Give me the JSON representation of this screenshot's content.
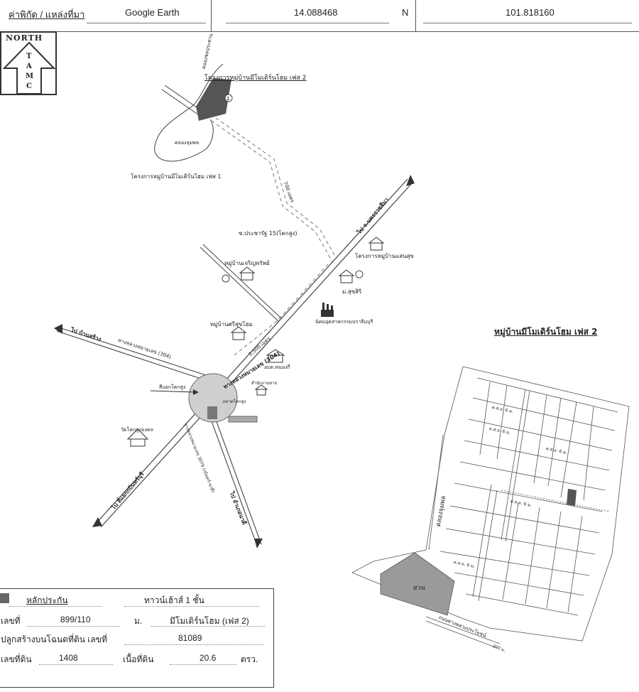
{
  "header": {
    "coord_label": "ค่าพิกัด / แหล่งที่มา",
    "source": "Google Earth",
    "latitude": "14.088468",
    "lat_hemisphere": "N",
    "longitude": "101.818160"
  },
  "north_arrow": {
    "label": "NORTH",
    "letters": [
      "T",
      "A",
      "M",
      "C"
    ]
  },
  "map_labels": {
    "project_phase2": "โครงการหมู่บ้านมีโมเดิร์นโฮม เฟส 2",
    "project_phase1": "โครงการหมู่บ้านมีโมเดิร์นโฮม เฟส 1",
    "canal_top": "คลองชลประทาน",
    "canal_curve": "คลองจุมพล",
    "dist_700": "700 เมตร",
    "road_prachachuen": "ซ.ประชารัฐ 15(โคกสูง)",
    "to_nakhon_ratchasima": "ไป จ.นครราชสีมา",
    "village_saensuk": "โครงการหมู่บ้านแสนสุข",
    "village_charoensap": "หมู่บ้านเจริญทรัพย์",
    "ban_suksiri": "ม.สุขสิริ",
    "village_sisukhome": "หมู่บ้านศรีสุขโฮม",
    "industrial": "นิคมอุตสาหกรรมปราจีนบุรี",
    "dist_2500": "2,500 เมตร",
    "to_ban_sang": "ไป บ้านสร้าง",
    "road_304": "ทางหลวงหมายเลข (304)",
    "road_319": "ทางหลวงหมายเลข (304)",
    "obt": "อบต.หนองกี่",
    "kokpet_intersection": "สี่แยกโคกสูง",
    "market": "ตลาดโคกสูง",
    "police": "สำนักงานขาย",
    "wat": "วัดโคกสูงมงคล",
    "to_sikhio": "ไป สี่แยกกบินทร์บุรี",
    "road_right": "ทางหลวงหมายเลข 3079 (กบินทร์-นาดี)",
    "to_nadi": "ไป อำเภอนาดี",
    "dist_200": "200 เมตร"
  },
  "layout_plan": {
    "title": "หมู่บ้านมีโมเดิร์นโฮม เฟส 2",
    "canal": "คลองจุมพล",
    "garden": "สวน",
    "road_bottom": "ถนนทางหลวงประโยชน์",
    "road_label": "ค.ส.ล. 6 ม.",
    "dist": "200 ม."
  },
  "info_box": {
    "legend_label": "หลักประกัน",
    "building_type": "ทาวน์เฮ้าส์ 1 ชั้น",
    "house_no_label": "เลขที่",
    "house_no": "899/110",
    "moo_label": "ม.",
    "village": "มีโมเดิร์นโฮม (เฟส 2)",
    "deed_label": "ปลูกสร้างบนโฉนดที่ดิน เลขที่",
    "deed_no": "81089",
    "land_no_label": "เลขที่ดิน",
    "land_no": "1408",
    "area_label": "เนื้อที่ดิน",
    "area": "20.6",
    "area_unit": "ตรว."
  },
  "colors": {
    "plot_highlight": "#555555",
    "road_line": "#444444",
    "dashed_route": "#777777",
    "garden_fill": "#9a9a9a"
  }
}
